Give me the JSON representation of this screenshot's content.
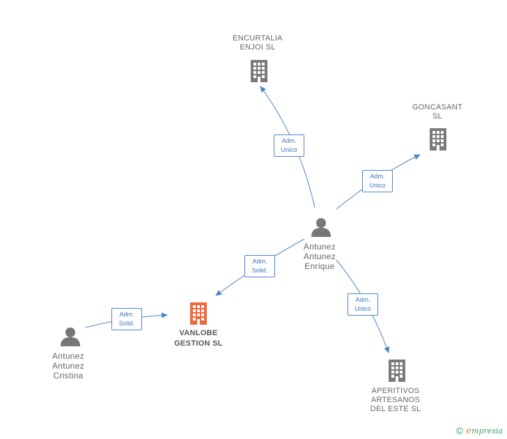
{
  "colors": {
    "edge": "#4a86c8",
    "company": "#7a7a7a",
    "main_company": "#f0673a",
    "person": "#777777",
    "brand": "#3aa36a",
    "brand_e": "#e08a26"
  },
  "nodes": {
    "encurtalia": {
      "line1": "ENCURTALIA",
      "line2": "ENJOI  SL"
    },
    "goncasant": {
      "line1": "GONCASANT",
      "line2": "SL"
    },
    "enrique": {
      "line1": "Antunez",
      "line2": "Antunez",
      "line3": "Enrique"
    },
    "vanlobe": {
      "line1": "VANLOBE",
      "line2": "GESTION  SL"
    },
    "cristina": {
      "line1": "Antunez",
      "line2": "Antunez",
      "line3": "Cristina"
    },
    "aperitivos": {
      "line1": "APERITIVOS",
      "line2": "ARTESANOS",
      "line3": "DEL ESTE  SL"
    }
  },
  "edges": {
    "e1": {
      "line1": "Adm.",
      "line2": "Unico"
    },
    "e2": {
      "line1": "Adm.",
      "line2": "Unico"
    },
    "e3": {
      "line1": "Adm.",
      "line2": "Solid."
    },
    "e4": {
      "line1": "Adm.",
      "line2": "Unico"
    },
    "e5": {
      "line1": "Adm.",
      "line2": "Solid."
    }
  },
  "footer": {
    "copyright": "©",
    "brand_initial": "e",
    "brand_rest": "mpresia"
  }
}
